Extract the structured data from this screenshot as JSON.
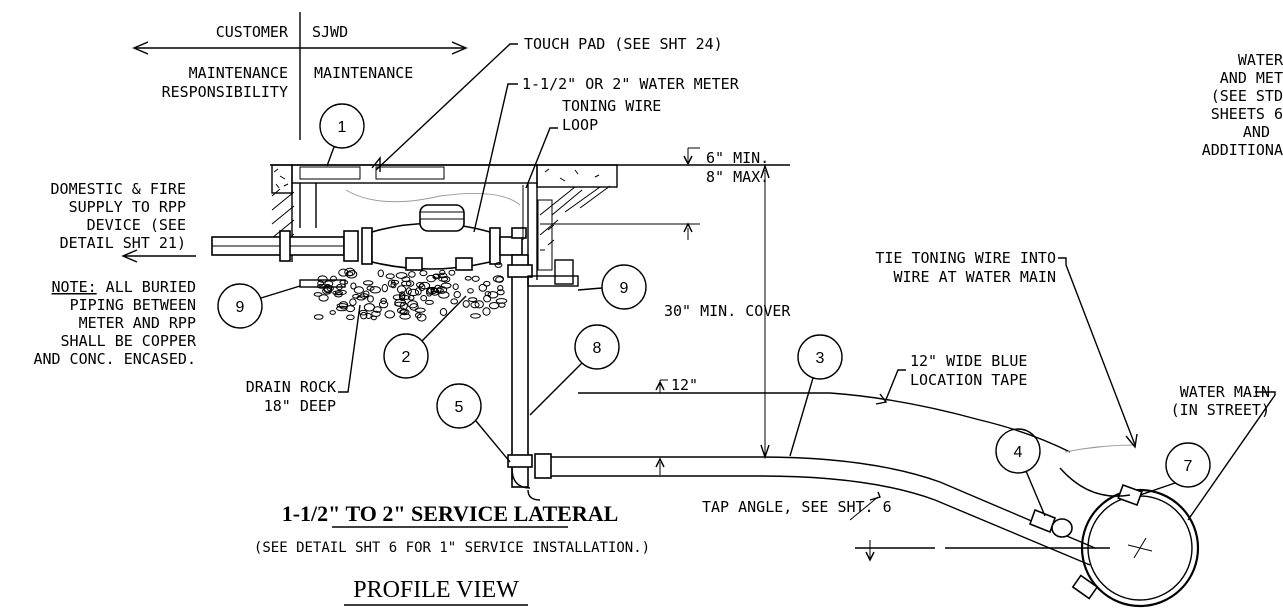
{
  "header": {
    "customer": "CUSTOMER",
    "sjwd": "SJWD",
    "customer_resp_1": "MAINTENANCE",
    "customer_resp_2": "RESPONSIBILITY",
    "sjwd_resp": "MAINTENANCE"
  },
  "left_notes": {
    "supply_lines": [
      "DOMESTIC & FIRE",
      "SUPPLY TO RPP",
      "DEVICE (SEE",
      "DETAIL SHT 21)"
    ],
    "note_label": "NOTE:",
    "note_first": " ALL BURIED",
    "note_lines": [
      "PIPING BETWEEN",
      "METER AND RPP",
      "SHALL BE COPPER",
      "AND CONC. ENCASED."
    ]
  },
  "labels": {
    "touch_pad": "TOUCH PAD (SEE SHT 24)",
    "water_meter": "1-1/2\" OR 2\" WATER METER",
    "toning_wire_1": "TONING WIRE",
    "toning_wire_2": "LOOP",
    "min_6": "6\" MIN.",
    "max_8": "8\" MAX.",
    "cover": "30\" MIN. COVER",
    "tie_1": "TIE TONING WIRE INTO",
    "tie_2": "WIRE AT WATER MAIN",
    "tape_1": "12\" WIDE BLUE",
    "tape_2": "LOCATION TAPE",
    "twelve": "12\"",
    "drain_1": "DRAIN ROCK",
    "drain_2": "18\" DEEP",
    "tap_angle": "TAP ANGLE, SEE SHT. 6",
    "main_1": "WATER MAIN",
    "main_2": "(IN STREET)",
    "right_1": "WATER",
    "right_2": "AND MET",
    "right_3": "(SEE STD",
    "right_4": "SHEETS 6",
    "right_5": "AND",
    "right_6": "ADDITIONA"
  },
  "callouts": [
    "1",
    "2",
    "3",
    "4",
    "5",
    "7",
    "8",
    "9",
    "9"
  ],
  "title": {
    "main": "1-1/2\" TO 2\" SERVICE LATERAL",
    "sub": "(SEE DETAIL SHT 6 FOR 1\" SERVICE INSTALLATION.)",
    "view": "PROFILE VIEW"
  }
}
